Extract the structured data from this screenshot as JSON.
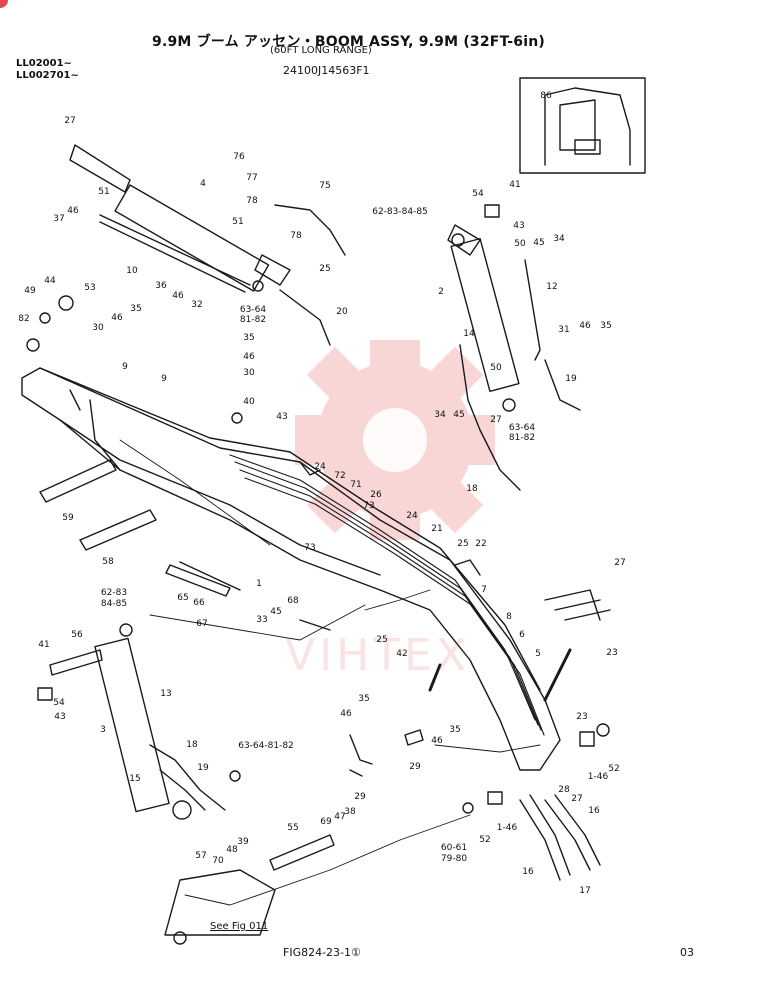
{
  "header": {
    "title": "9.9M ブーム アッセン・BOOM ASSY, 9.9M (32FT-6in)",
    "subtitle": "(60FT LONG RANGE)",
    "serials": [
      "LL02001~",
      "LL002701~"
    ],
    "part_number": "24100J14563F1"
  },
  "footer": {
    "figure_ref": "FIG824-23-1①",
    "page_number": "03",
    "see_fig": "See Fig 011"
  },
  "watermark": {
    "text": "VIHTEX",
    "color": "#e8474a"
  },
  "callouts": [
    "27",
    "4",
    "76",
    "77",
    "78",
    "75",
    "51",
    "51",
    "78",
    "46",
    "37",
    "10",
    "36",
    "46",
    "32",
    "25",
    "63-64",
    "81-82",
    "20",
    "44",
    "53",
    "49",
    "82",
    "30",
    "46",
    "35",
    "35",
    "46",
    "30",
    "9",
    "9",
    "40",
    "43",
    "24",
    "72",
    "71",
    "26",
    "73",
    "73",
    "24",
    "21",
    "25",
    "22",
    "59",
    "58",
    "1",
    "65",
    "66",
    "67",
    "33",
    "45",
    "68",
    "25",
    "42",
    "7",
    "8",
    "6",
    "5",
    "62-83",
    "84-85",
    "41",
    "56",
    "54",
    "43",
    "13",
    "3",
    "18",
    "15",
    "19",
    "63-64-81-82",
    "46",
    "35",
    "46",
    "35",
    "29",
    "29",
    "55",
    "69",
    "47",
    "38",
    "57",
    "48",
    "39",
    "70",
    "60-61",
    "79-80",
    "52",
    "1-46",
    "28",
    "27",
    "52",
    "1-46",
    "16",
    "16",
    "17",
    "23",
    "23",
    "27",
    "86",
    "54",
    "41",
    "62-83-84-85",
    "43",
    "50",
    "45",
    "34",
    "2",
    "12",
    "14",
    "31",
    "46",
    "35",
    "19",
    "50",
    "34",
    "45",
    "27",
    "63-64",
    "81-82",
    "18"
  ]
}
